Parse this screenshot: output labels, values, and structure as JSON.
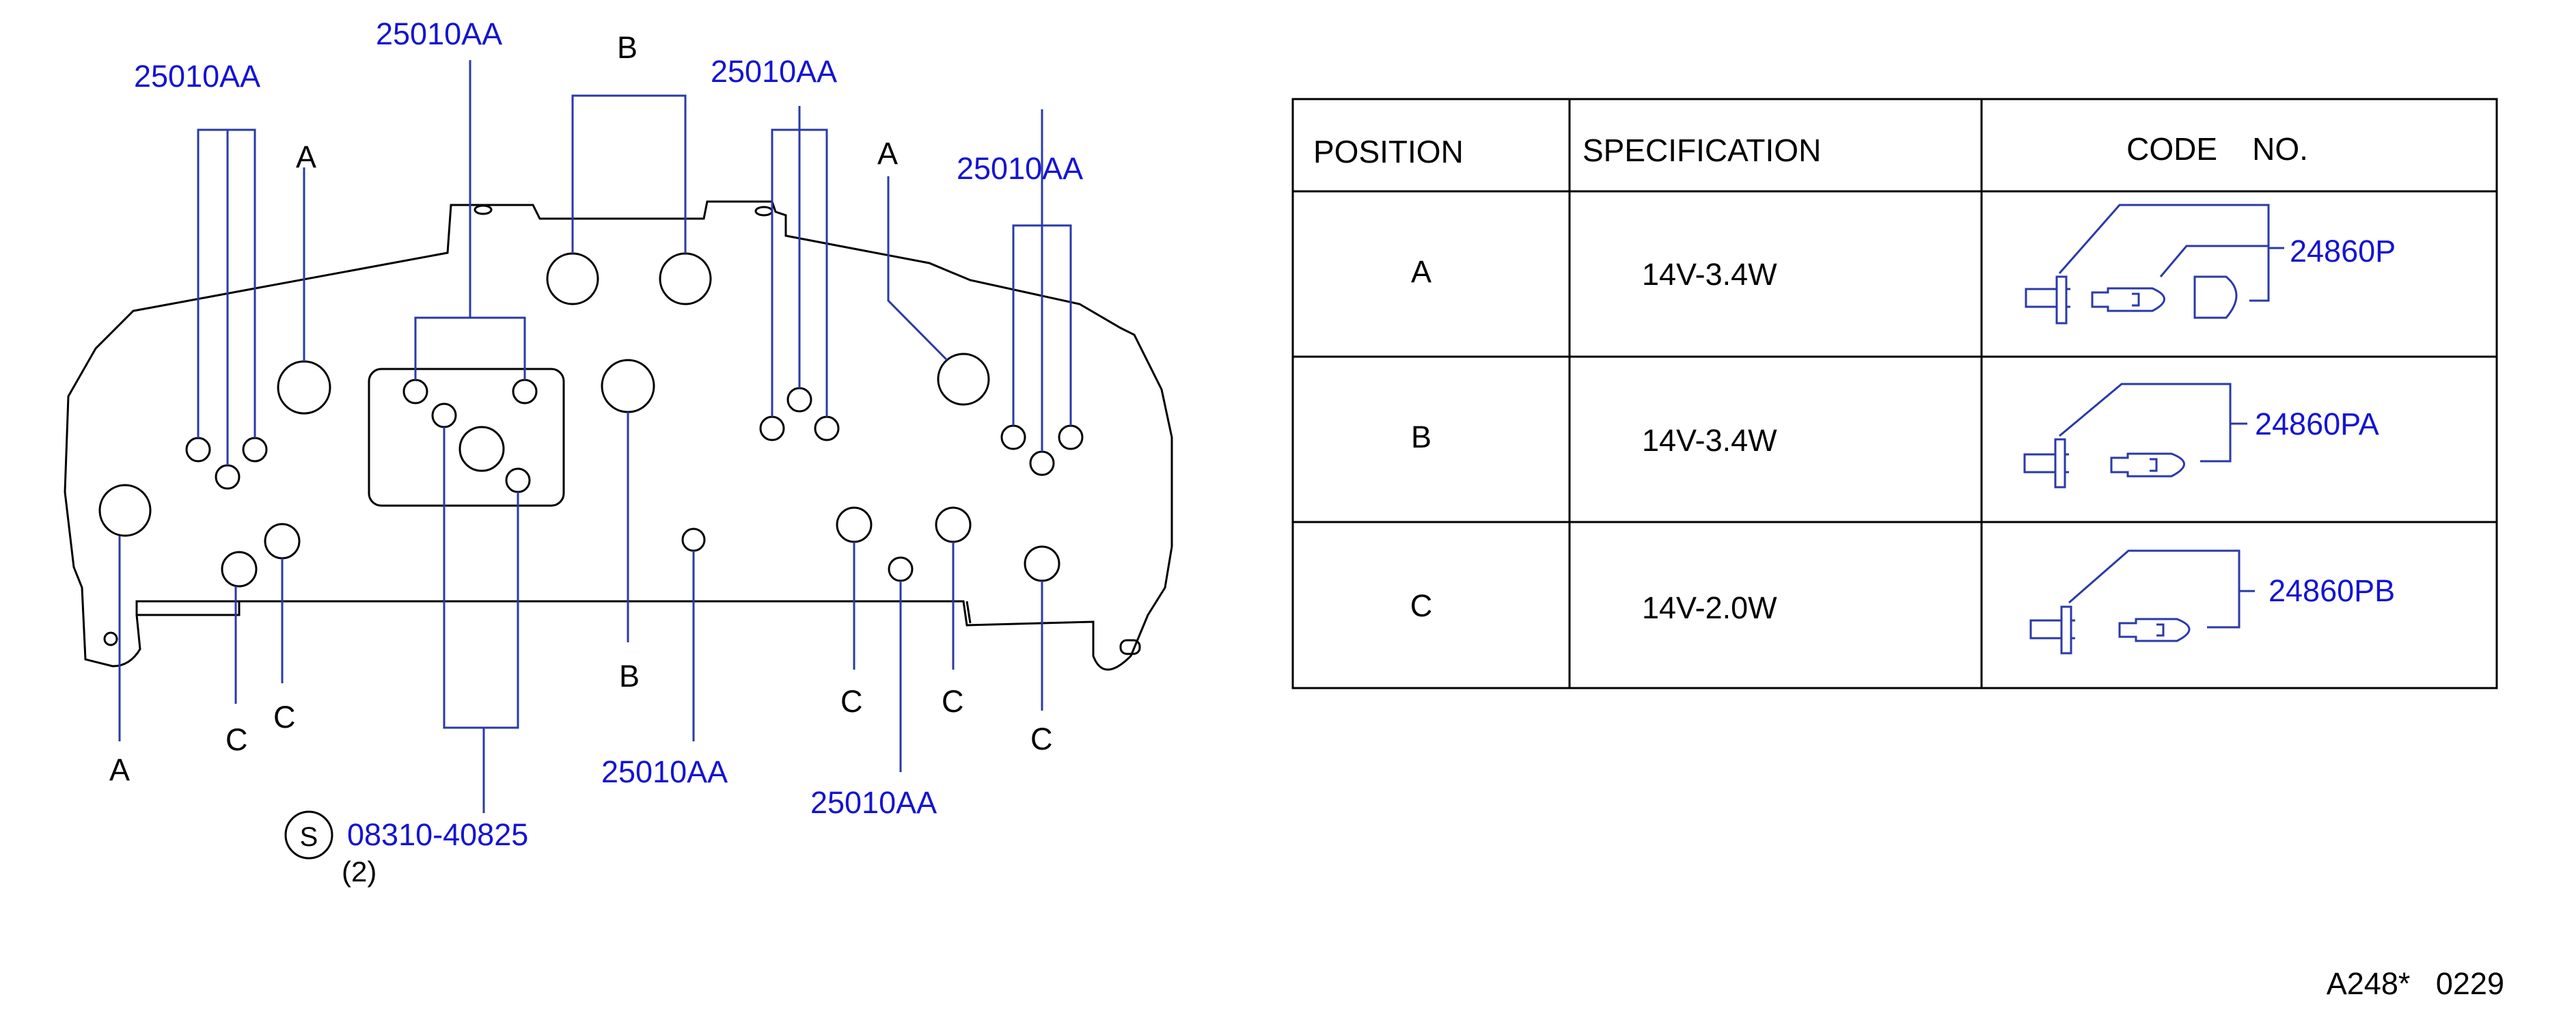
{
  "diagram": {
    "part_no": "25010AA",
    "screw": {
      "symbol": "S",
      "part_no": "08310-40825",
      "qty": "(2)"
    },
    "position_labels": {
      "a": "A",
      "b": "B",
      "c": "C"
    }
  },
  "table": {
    "headers": {
      "position": "POSITION",
      "specification": "SPECIFICATION",
      "code_no": "CODE    NO."
    },
    "rows": [
      {
        "position": "A",
        "specification": "14V-3.4W",
        "code": "24860P"
      },
      {
        "position": "B",
        "specification": "14V-3.4W",
        "code": "24860PA"
      },
      {
        "position": "C",
        "specification": "14V-2.0W",
        "code": "24860PB"
      }
    ]
  },
  "footer": {
    "figure_ref": "A248*   0229"
  },
  "colors": {
    "line": "#000000",
    "callout": "#1414d2"
  }
}
